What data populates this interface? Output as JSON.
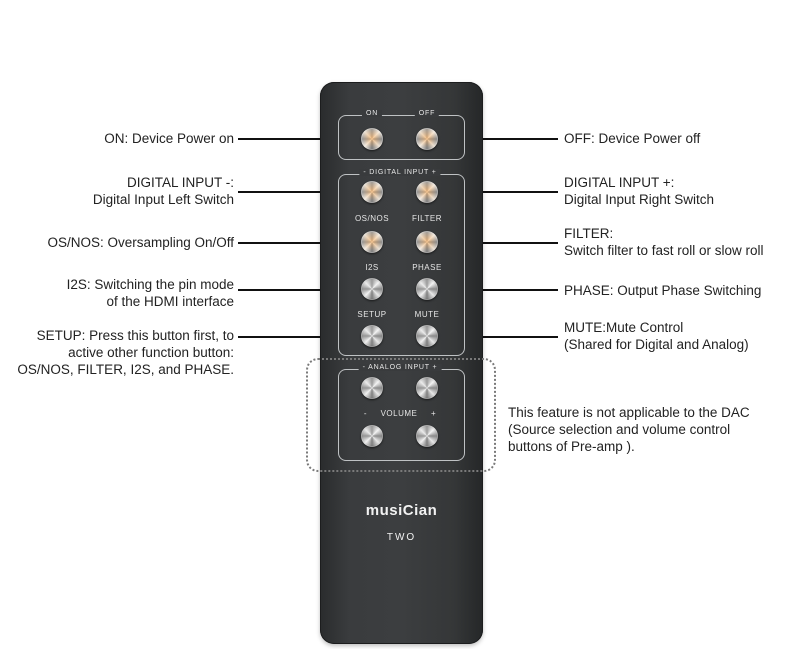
{
  "remote": {
    "power_buttons": {
      "on_label": "ON",
      "off_label": "OFF"
    },
    "digital_group": {
      "title": "- DIGITAL INPUT +",
      "labels": [
        "OS/NOS",
        "FILTER",
        "I2S",
        "PHASE",
        "SETUP",
        "MUTE"
      ]
    },
    "analog_group": {
      "title": "- ANALOG INPUT +",
      "volume_label": "-     VOLUME     +"
    },
    "brand": {
      "name": "musiCian",
      "model": "TWO"
    }
  },
  "callouts_left": [
    {
      "lines": [
        "ON: Device Power on"
      ]
    },
    {
      "lines": [
        "DIGITAL INPUT -:",
        "Digital Input Left Switch"
      ]
    },
    {
      "lines": [
        "OS/NOS: Oversampling On/Off"
      ]
    },
    {
      "lines": [
        "I2S: Switching the pin mode",
        "of the HDMI interface"
      ]
    },
    {
      "lines": [
        "SETUP: Press this button first, to",
        "active other function button:",
        "OS/NOS, FILTER, I2S, and PHASE."
      ]
    }
  ],
  "callouts_right": [
    {
      "lines": [
        "OFF: Device Power off"
      ]
    },
    {
      "lines": [
        "DIGITAL INPUT +:",
        "Digital Input Right Switch"
      ]
    },
    {
      "lines": [
        "FILTER:",
        "Switch filter to fast roll or slow roll"
      ]
    },
    {
      "lines": [
        "PHASE: Output Phase Switching"
      ]
    },
    {
      "lines": [
        "MUTE:Mute Control",
        "(Shared for Digital and Analog)"
      ]
    }
  ],
  "analog_note": {
    "lines": [
      "This feature is not applicable to the DAC",
      "(Source selection and volume control",
      "buttons of Pre-amp )."
    ]
  },
  "colors": {
    "remote_body": "#3a3c3e",
    "leader_line": "#111111",
    "knob_highlight": "#ffaa50"
  }
}
